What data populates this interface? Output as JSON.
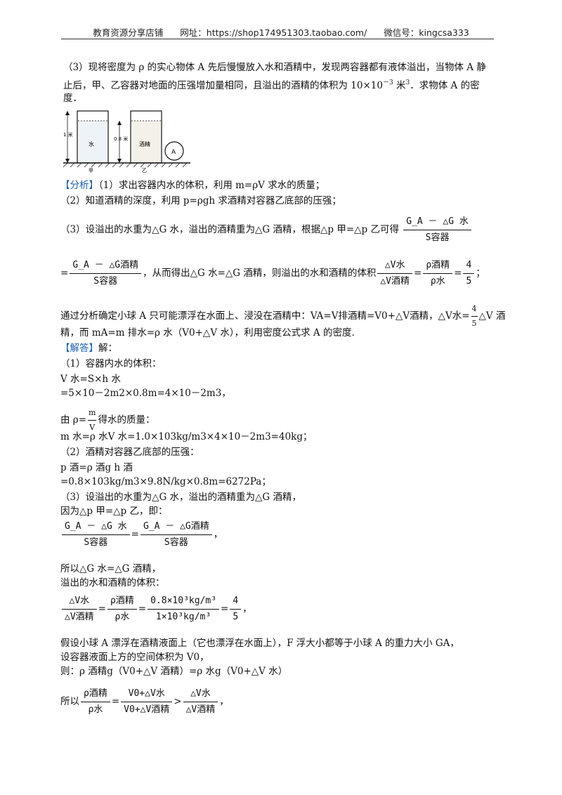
{
  "header": {
    "shop": "教育资源分享店铺",
    "url_label": "网址：https://shop174951303.taobao.com/",
    "wechat": "微信号：kingcsa333"
  },
  "q3": {
    "line1": "（3）现将密度为 ρ 的实心物体 A 先后慢慢放入水和酒精中，发现两容器都有液体溢出，当物体 A 静",
    "line2a": "止后，甲、乙容器对地面的压强增加量相同，且溢出的酒精的体积为 10×10",
    "line2sup": "－3",
    "line2b": " 米",
    "line2sup2": "3",
    "line2c": "．求物体 A 的密",
    "line3": "度．"
  },
  "figure": {
    "height1": "1 米",
    "height2": "0.8 米",
    "water": "水",
    "alcohol": "酒精",
    "ball": "A",
    "jia": "甲",
    "yi": "乙"
  },
  "analysis": {
    "tag": "【分析】",
    "a1": "（1）求出容器内水的体积，利用 m=ρV 求水的质量；",
    "a2": "（2）知道酒精的深度，利用 p=ρgh 求酒精对容器乙底部的压强；",
    "a3": "（3）设溢出的水重为△G 水，溢出的酒精重为△G 酒精，根据△p 甲=△p 乙可得",
    "f_num1": "G_A － △G 水",
    "f_den": "S容器",
    "f_num2": "G_A － △G酒精",
    "a4": "，从而得出△G 水=△G 酒精，则溢出的水和酒精的体积",
    "f_v_num": "△V水",
    "f_v_den": "△V酒精",
    "f_r_num": "ρ酒精",
    "f_r_den": "ρ水",
    "f_45n": "4",
    "f_45d": "5",
    "a5": "通过分析确定小球 A 只可能漂浮在水面上、浸没在酒精中：VA=V排酒精=V0+△V酒精，△V水=",
    "a5b": "△V 酒",
    "a6": "精，而 mA=m 排水=ρ 水（V0+△V 水），利用密度公式求 A 的密度."
  },
  "answer": {
    "tag": "【解答】",
    "tag2": "解：",
    "s1": "（1）容器内水的体积：",
    "s2": "V 水=S×h 水",
    "s3": "=5×10－2m2×0.8m=4×10－2m3，",
    "s4a": "由 ρ=",
    "s4n": "m",
    "s4d": "V",
    "s4b": "得水的质量：",
    "s5": "m 水=ρ 水V 水=1.0×103kg/m3×4×10－2m3=40kg；",
    "s6": "（2）酒精对容器乙底部的压强：",
    "s7": "p 酒=ρ 酒g h 酒",
    "s8": "=0.8×103kg/m3×9.8N/kg×0.8m=6272Pa；",
    "s9": "（3）设溢出的水重为△G 水，溢出的酒精重为△G 酒精，",
    "s10": "因为△p 甲=△p 乙，即：",
    "s11": "所以△G 水=△G 酒精，",
    "s12": "溢出的水和酒精的体积：",
    "f3n": "0.8×10³kg/m³",
    "f3d": "1×10³kg/m³",
    "s13": "假设小球 A 漂浮在酒精液面上（它也漂浮在水面上），F 浮大小都等于小球 A 的重力大小 GA，",
    "s14": "设容器液面上方的空间体积为 V0，",
    "s15": "则：ρ 酒精g（V0+△V 酒精）=ρ 水g（V0+△V 水）",
    "s16": "所以",
    "f4n": "V0+△V水",
    "f4d": "V0+△V酒精"
  }
}
